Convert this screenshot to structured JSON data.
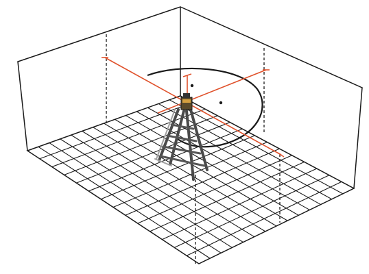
{
  "scene": {
    "room": "wireframe-room",
    "floor": {
      "grid": true,
      "rows": 14,
      "cols": 14
    },
    "laser_color": "#e0522c",
    "line_color": "#1a1a1a",
    "device": "laser-level-on-stepladder",
    "icons": [
      "stepladder-icon",
      "laser-device-icon"
    ]
  }
}
